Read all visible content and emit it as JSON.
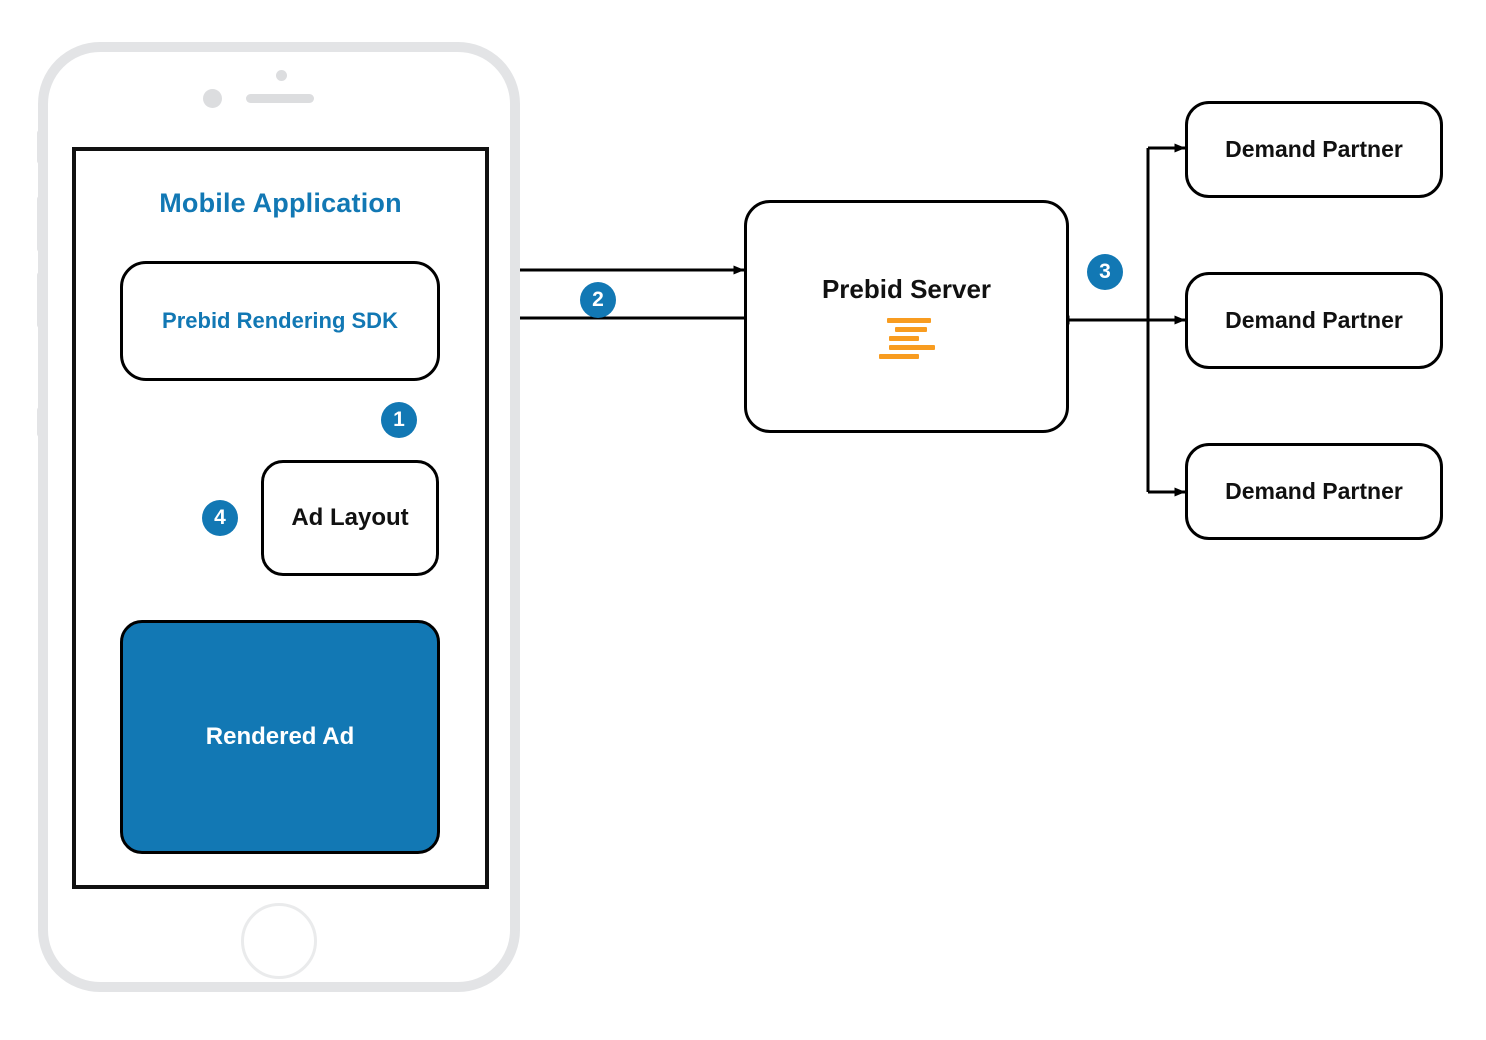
{
  "diagram": {
    "title": "Prebid Rendering SDK mobile ad flow",
    "colors": {
      "accent_blue": "#1278b4",
      "logo_orange": "#f89c20",
      "stroke_black": "#000000",
      "phone_frame_gray": "#e3e4e6"
    }
  },
  "phone": {
    "app_screen_title": "Mobile Application",
    "hardware": {
      "camera": "camera-dot",
      "speaker": "speaker-grill",
      "sensor": "proximity-sensor-dot",
      "home_button": "home-button"
    }
  },
  "nodes": {
    "sdk": {
      "label": "Prebid Rendering SDK"
    },
    "ad_layout": {
      "label": "Ad Layout"
    },
    "rendered_ad": {
      "label": "Rendered Ad"
    },
    "prebid_server": {
      "label": "Prebid Server",
      "logo": "prebid-logo"
    },
    "partners": [
      {
        "label": "Demand Partner"
      },
      {
        "label": "Demand Partner"
      },
      {
        "label": "Demand Partner"
      }
    ]
  },
  "steps": [
    {
      "number": "1",
      "from": "Ad Layout",
      "to": "Prebid Rendering SDK"
    },
    {
      "number": "2",
      "from": "Prebid Rendering SDK",
      "to": "Prebid Server"
    },
    {
      "number": "3",
      "from": "Prebid Server",
      "to": "Demand Partner"
    },
    {
      "number": "4",
      "from": "Prebid Rendering SDK",
      "to": "Rendered Ad"
    }
  ]
}
